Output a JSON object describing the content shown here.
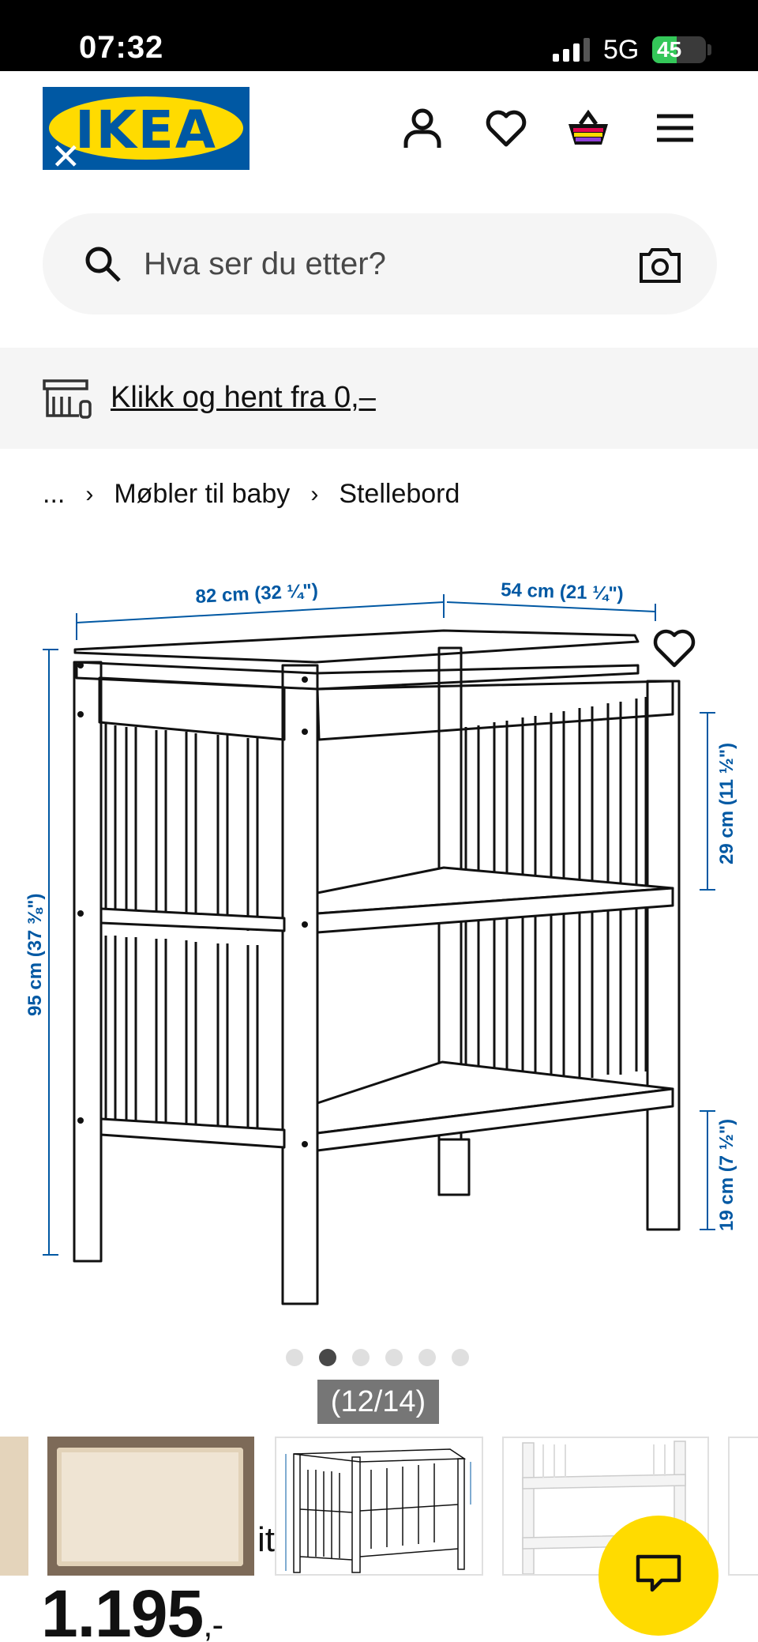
{
  "status_bar": {
    "time": "07:32",
    "network": "5G",
    "battery": "45",
    "battery_level": 0.45
  },
  "header": {
    "logo_text": "IKEA"
  },
  "search": {
    "placeholder": "Hva ser du etter?"
  },
  "banner": {
    "link_text": "Klikk og hent fra 0,–"
  },
  "breadcrumb": {
    "ellipsis": "...",
    "separator": "›",
    "items": [
      "Møbler til baby",
      "Stellebord"
    ]
  },
  "product_image": {
    "dimensions": {
      "width": "82 cm (32 ¼\")",
      "depth": "54 cm (21 ¼\")",
      "height": "95 cm (37 ⅜\")",
      "upper_shelf_gap": "29 cm (11 ½\")",
      "bottom_clearance": "19 cm (7 ½\")"
    }
  },
  "gallery": {
    "counter": "(12/14)",
    "dot_count": 6,
    "active_dot": 1
  },
  "product": {
    "peek_text": "it",
    "price": "1.195",
    "price_suffix": ",-"
  },
  "colors": {
    "brand_blue": "#0058a3",
    "brand_yellow": "#ffdb00",
    "dimension_blue": "#0058a3"
  }
}
